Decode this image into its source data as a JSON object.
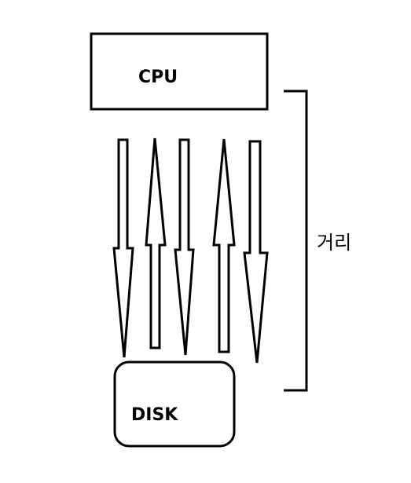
{
  "boxes": {
    "cpu": {
      "label": "CPU"
    },
    "disk": {
      "label": "DISK"
    }
  },
  "distance": {
    "label": "거리"
  },
  "arrows": [
    "down",
    "up",
    "down",
    "up",
    "down"
  ],
  "colors": {
    "line": "#000000",
    "background": "#ffffff"
  }
}
